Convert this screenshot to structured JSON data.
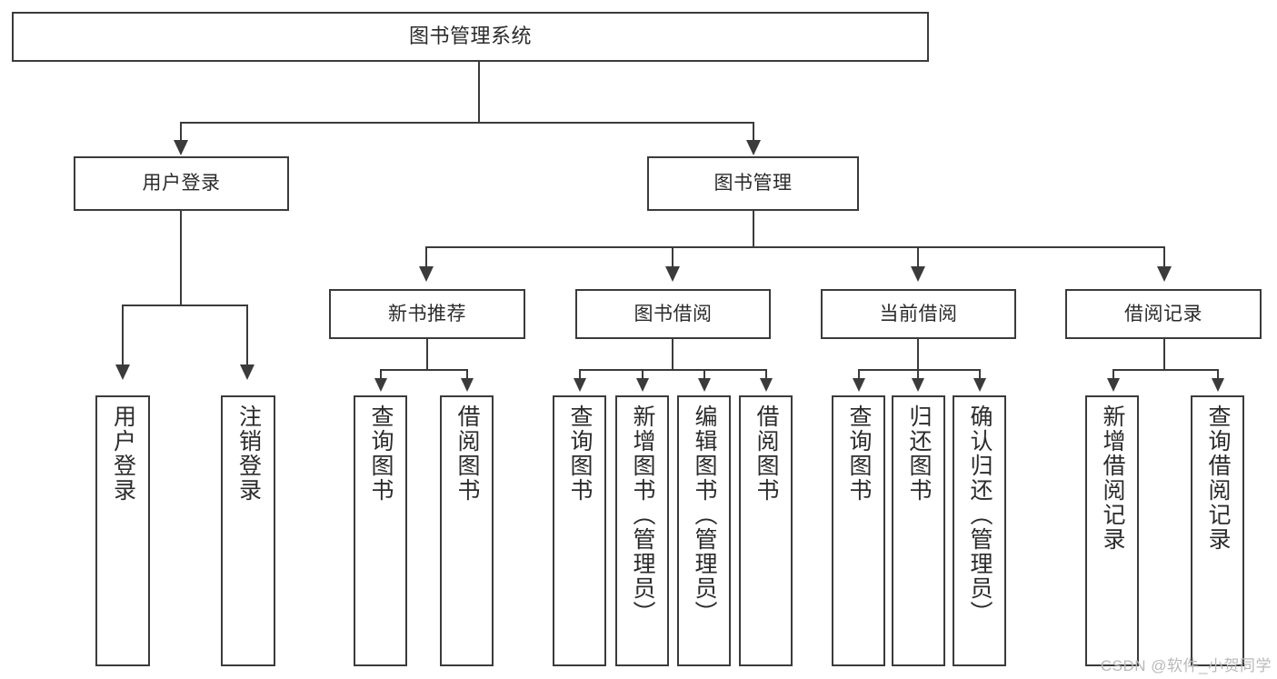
{
  "diagram": {
    "title": "图书管理系统",
    "type": "hierarchy-tree",
    "watermark": "CSDN @软件_小贺同学",
    "colors": {
      "stroke": "#3b3b3b",
      "fill": "#ffffff",
      "text": "#2b2b2b",
      "watermark": "#b9b9b9"
    },
    "levels": {
      "root": {
        "label": "图书管理系统"
      },
      "level1": [
        {
          "id": "user-login",
          "label": "用户登录"
        },
        {
          "id": "book-manage",
          "label": "图书管理"
        }
      ],
      "level2": [
        {
          "id": "new-book-recommend",
          "label": "新书推荐",
          "parent": "book-manage"
        },
        {
          "id": "book-borrow",
          "label": "图书借阅",
          "parent": "book-manage"
        },
        {
          "id": "current-borrow",
          "label": "当前借阅",
          "parent": "book-manage"
        },
        {
          "id": "borrow-record",
          "label": "借阅记录",
          "parent": "book-manage"
        }
      ],
      "leaves": {
        "user-login": [
          {
            "id": "leaf-user-login",
            "label": "用户登录"
          },
          {
            "id": "leaf-logout",
            "label": "注销登录"
          }
        ],
        "new-book-recommend": [
          {
            "id": "leaf-query-book-1",
            "label": "查询图书"
          },
          {
            "id": "leaf-borrow-book-1",
            "label": "借阅图书"
          }
        ],
        "book-borrow": [
          {
            "id": "leaf-query-book-2",
            "label": "查询图书"
          },
          {
            "id": "leaf-add-book",
            "label": "新增图书（管理员）"
          },
          {
            "id": "leaf-edit-book",
            "label": "编辑图书（管理员）"
          },
          {
            "id": "leaf-borrow-book-2",
            "label": "借阅图书"
          }
        ],
        "current-borrow": [
          {
            "id": "leaf-query-book-3",
            "label": "查询图书"
          },
          {
            "id": "leaf-return-book",
            "label": "归还图书"
          },
          {
            "id": "leaf-confirm-return",
            "label": "确认归还（管理员）"
          }
        ],
        "borrow-record": [
          {
            "id": "leaf-add-record",
            "label": "新增借阅记录"
          },
          {
            "id": "leaf-query-record",
            "label": "查询借阅记录"
          }
        ]
      }
    }
  }
}
